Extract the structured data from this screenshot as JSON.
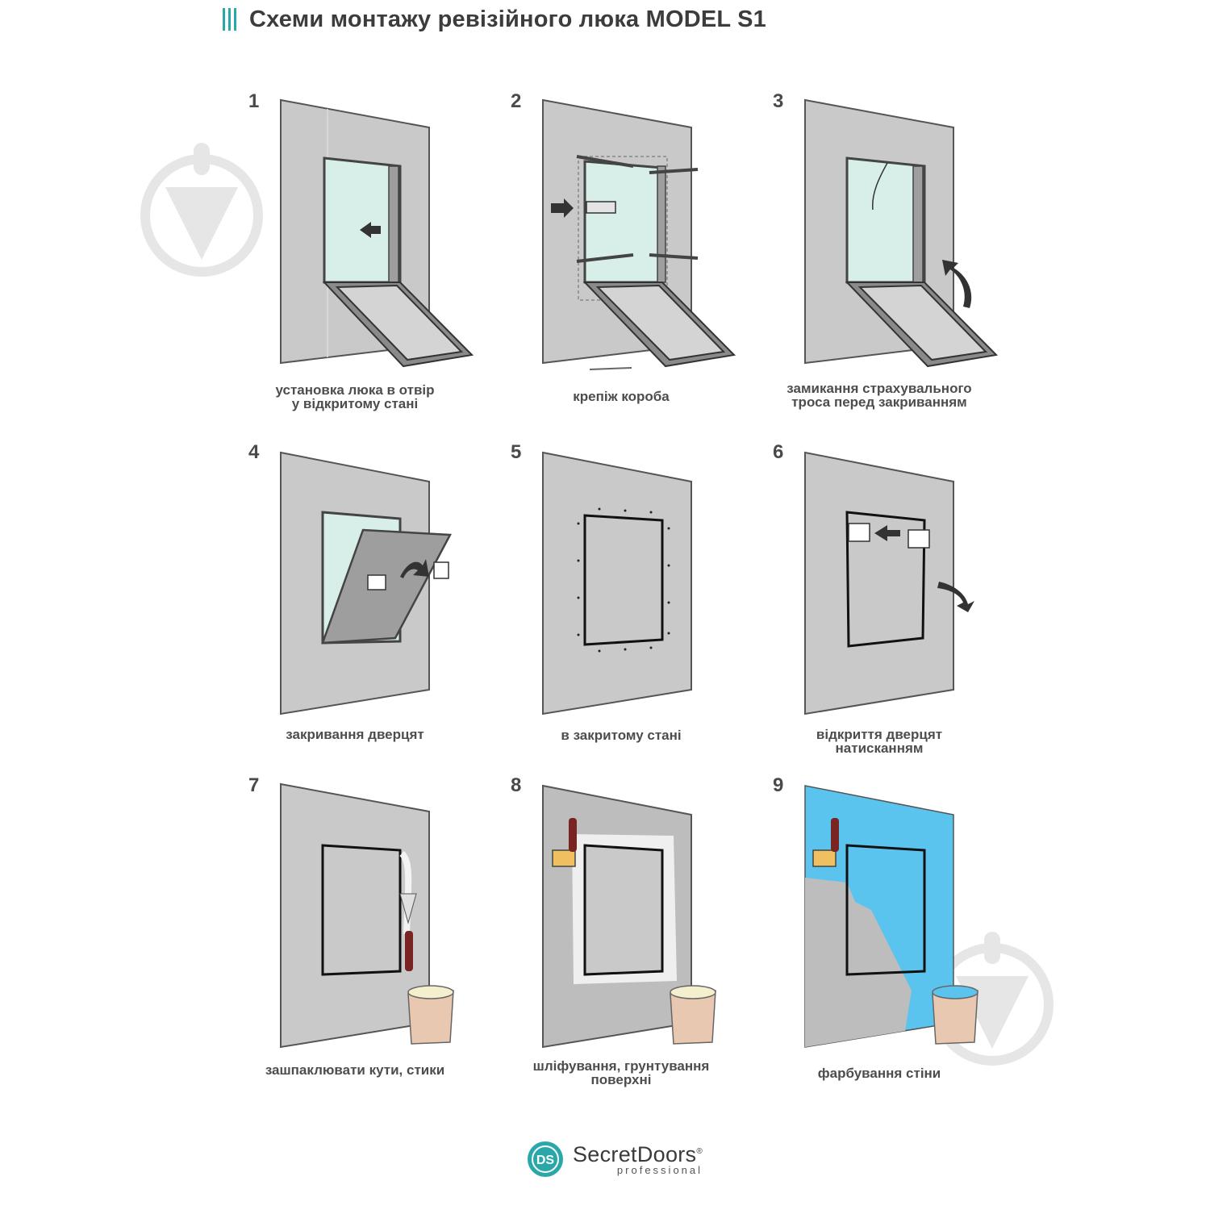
{
  "header": {
    "title": "Схеми монтажу ревізійного люка MODEL S1"
  },
  "steps": [
    {
      "num": "1",
      "caption": [
        "установка люка в отвір",
        "у відкритому стані"
      ]
    },
    {
      "num": "2",
      "caption": [
        "крепіж короба"
      ]
    },
    {
      "num": "3",
      "caption": [
        "замикання страхувального",
        "троса перед закриванням"
      ]
    },
    {
      "num": "4",
      "caption": [
        "закривання дверцят"
      ]
    },
    {
      "num": "5",
      "caption": [
        "в закритому стані"
      ]
    },
    {
      "num": "6",
      "caption": [
        "відкриття дверцят",
        "натисканням"
      ]
    },
    {
      "num": "7",
      "caption": [
        "зашпаклювати кути, стики"
      ]
    },
    {
      "num": "8",
      "caption": [
        "шліфування, грунтування",
        "поверхні"
      ]
    },
    {
      "num": "9",
      "caption": [
        "фарбування стіни"
      ]
    }
  ],
  "logo": {
    "name": "SecretDoors",
    "registered": "®",
    "sub": "professional",
    "initials": "DS"
  },
  "colors": {
    "accent": "#2aa7a9",
    "wall": "#c9c9c9",
    "wall_dark": "#9e9e9e",
    "glass": "#d7efe8",
    "paint": "#5bc4ee",
    "frame": "#444444"
  }
}
